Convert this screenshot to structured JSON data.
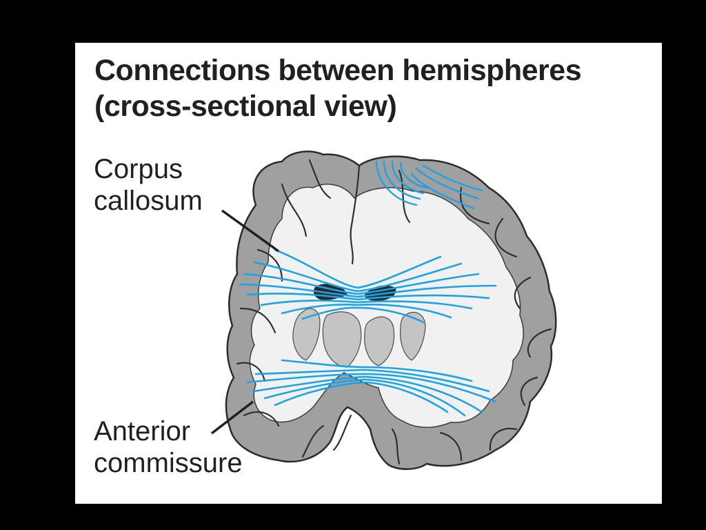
{
  "title": {
    "line1": "Connections between hemispheres",
    "line2": "(cross-sectional view)"
  },
  "labels": {
    "corpus_callosum": {
      "line1": "Corpus",
      "line2": "callosum"
    },
    "anterior_commissure": {
      "line1": "Anterior",
      "line2": "commissure"
    }
  },
  "colors": {
    "background": "#000000",
    "panel": "#ffffff",
    "text": "#231f20",
    "fibers": "#1aa3e6",
    "gray_matter": "#9a9a9a",
    "white_matter": "#f2f2f2",
    "outline": "#2b2b2b"
  }
}
